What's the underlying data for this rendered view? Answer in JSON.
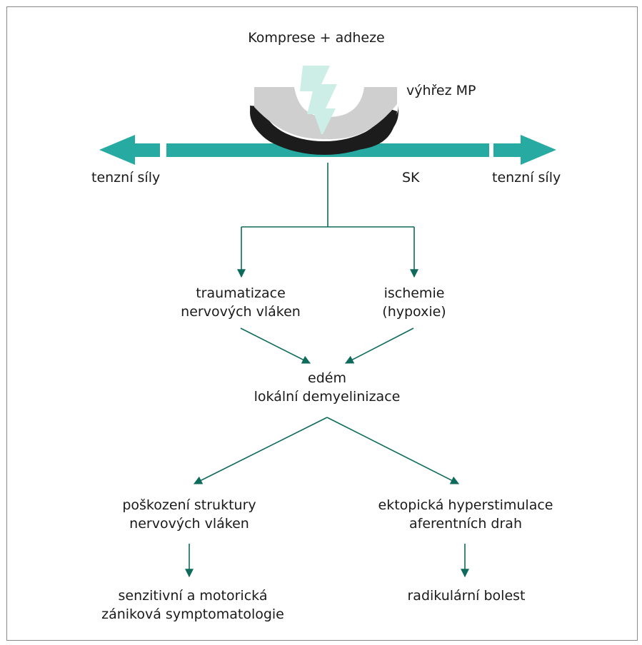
{
  "top_label": "Komprese + adheze",
  "disc_label": "výhřez MP",
  "left_force_label": "tenzní síly",
  "right_force_label": "tenzní síly",
  "root_label": "SK",
  "traumatization": [
    "traumatizace",
    "nervových vláken"
  ],
  "ischemia": [
    "ischemie",
    "(hypoxie)"
  ],
  "edema": [
    "edém",
    "lokální demyelinizace"
  ],
  "damage": [
    "poškození struktury",
    "nervových vláken"
  ],
  "ectopic": [
    "ektopická hyperstimulace",
    "aferentních drah"
  ],
  "sensory": [
    "senzitivní a motorická",
    "zániková symptomatologie"
  ],
  "pain": "radikulární bolest",
  "colors": {
    "teal": "#27aaa1",
    "light_teal": "#cdeee6",
    "arrow_green": "#0e6b5c",
    "disc_gray": "#cfcfcf",
    "disc_dark": "#1c1c1c",
    "frame": "#8a8a8a"
  }
}
